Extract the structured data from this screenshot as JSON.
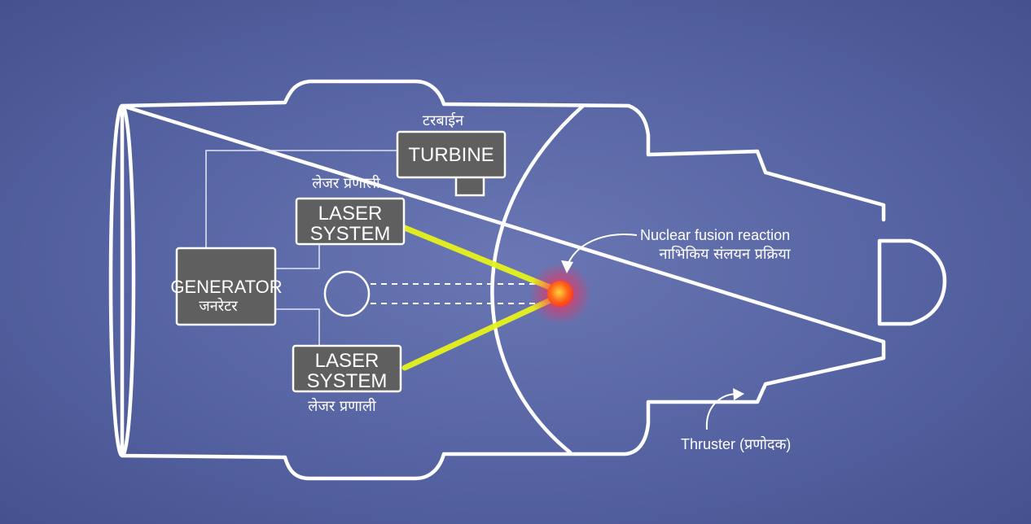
{
  "diagram": {
    "turbine": {
      "label": "TURBINE",
      "caption": "टरबाईन"
    },
    "laser_top": {
      "label_line1": "LASER",
      "label_line2": "SYSTEM",
      "caption": "लेजर प्रणाली"
    },
    "laser_bottom": {
      "label_line1": "LASER",
      "label_line2": "SYSTEM",
      "caption": "लेजर प्रणाली"
    },
    "generator": {
      "label": "GENERATOR",
      "caption": "जनरेटर"
    },
    "fusion": {
      "label": "Nuclear fusion reaction",
      "caption": "नाभिकिय संलयन प्रक्रिया"
    },
    "thruster": {
      "label": "Thruster (प्रणोदक)"
    }
  },
  "colors": {
    "background": "#5663a2",
    "outline": "#ffffff",
    "box_fill": "#5f5f5f",
    "beam": "#e6f21c",
    "fusion_core": "#ff5a1e",
    "fusion_glow": "#ff2a55"
  }
}
